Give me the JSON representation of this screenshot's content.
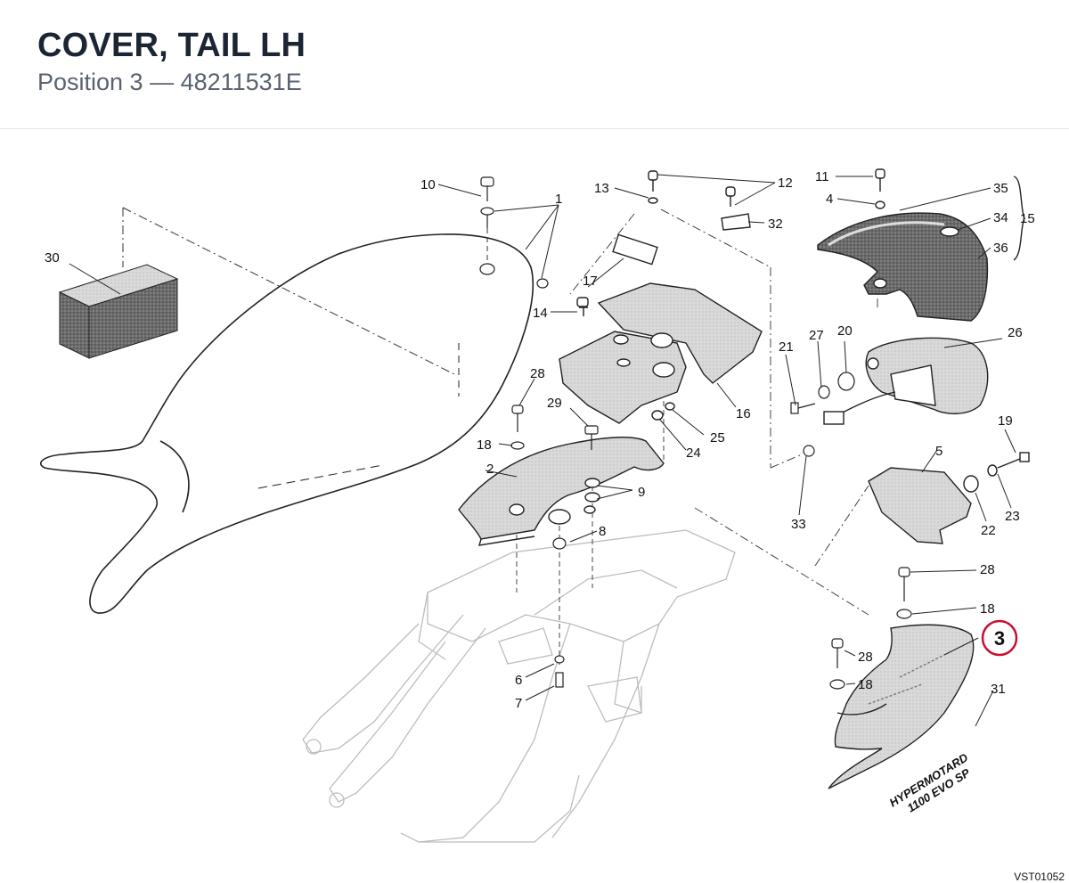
{
  "header": {
    "title": "COVER, TAIL LH",
    "subtitle": "Position 3 — 48211531E"
  },
  "diagram": {
    "figure_code": "VST01052",
    "highlight_position": "3",
    "highlight_color": "#c8102e",
    "decal_text": "HYPERMOTARD",
    "decal_text_2": "1100 EVO SP",
    "callouts": [
      "10",
      "1",
      "13",
      "12",
      "11",
      "4",
      "35",
      "34",
      "15",
      "36",
      "30",
      "32",
      "17",
      "14",
      "21",
      "27",
      "20",
      "26",
      "28",
      "29",
      "16",
      "18",
      "25",
      "24",
      "2",
      "9",
      "19",
      "5",
      "33",
      "22",
      "23",
      "8",
      "6",
      "7",
      "28",
      "18",
      "3",
      "28",
      "18",
      "31"
    ]
  }
}
